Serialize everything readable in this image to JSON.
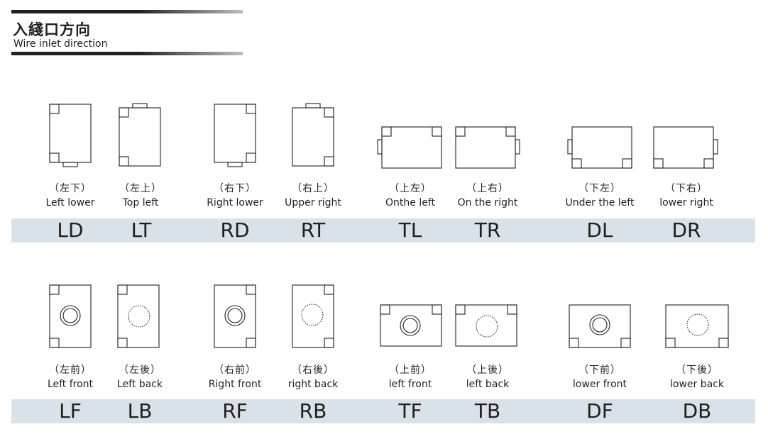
{
  "header": {
    "title_cn": "入綫口方向",
    "title_en": "Wire inlet direction"
  },
  "row1": [
    {
      "cn": "（左下）",
      "en": "Left lower",
      "code": "LD"
    },
    {
      "cn": "（左上）",
      "en": "Top left",
      "code": "LT"
    },
    {
      "cn": "（右下）",
      "en": "Right lower",
      "code": "RD"
    },
    {
      "cn": "（右上）",
      "en": "Upper right",
      "code": "RT"
    },
    {
      "cn": "（上左）",
      "en": "Onthe left",
      "code": "TL"
    },
    {
      "cn": "（上右）",
      "en": "On the right",
      "code": "TR"
    },
    {
      "cn": "（下左）",
      "en": "Under the left",
      "code": "DL"
    },
    {
      "cn": "（下右）",
      "en": "lower right",
      "code": "DR"
    }
  ],
  "row2": [
    {
      "cn": "（左前）",
      "en": "Left front",
      "code": "LF"
    },
    {
      "cn": "（左後）",
      "en": "Left back",
      "code": "LB"
    },
    {
      "cn": "（右前）",
      "en": "Right front",
      "code": "RF"
    },
    {
      "cn": "（右後）",
      "en": "right back",
      "code": "RB"
    },
    {
      "cn": "（上前）",
      "en": "left front",
      "code": "TF"
    },
    {
      "cn": "（上後）",
      "en": "left back",
      "code": "TB"
    },
    {
      "cn": "（下前）",
      "en": "lower front",
      "code": "DF"
    },
    {
      "cn": "（下後）",
      "en": "lower back",
      "code": "DB"
    }
  ],
  "colors": {
    "band": "#d8e2e8",
    "ink": "#231f20"
  }
}
